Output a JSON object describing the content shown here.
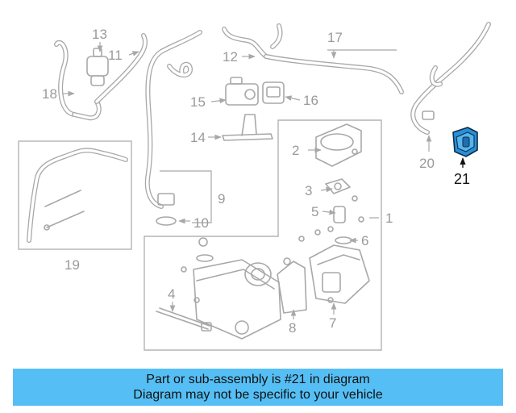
{
  "diagram": {
    "callouts": [
      "1",
      "2",
      "3",
      "4",
      "5",
      "6",
      "7",
      "8",
      "9",
      "10",
      "11",
      "12",
      "13",
      "14",
      "15",
      "16",
      "17",
      "18",
      "19",
      "20"
    ],
    "highlighted_callout": "21",
    "highlight_color": "#2a8fd8",
    "line_color": "#a8a8a8"
  },
  "banner": {
    "line1": "Part or sub-assembly is #21 in diagram",
    "line2": "Diagram may not be specific to your vehicle",
    "background": "#55bff5"
  }
}
